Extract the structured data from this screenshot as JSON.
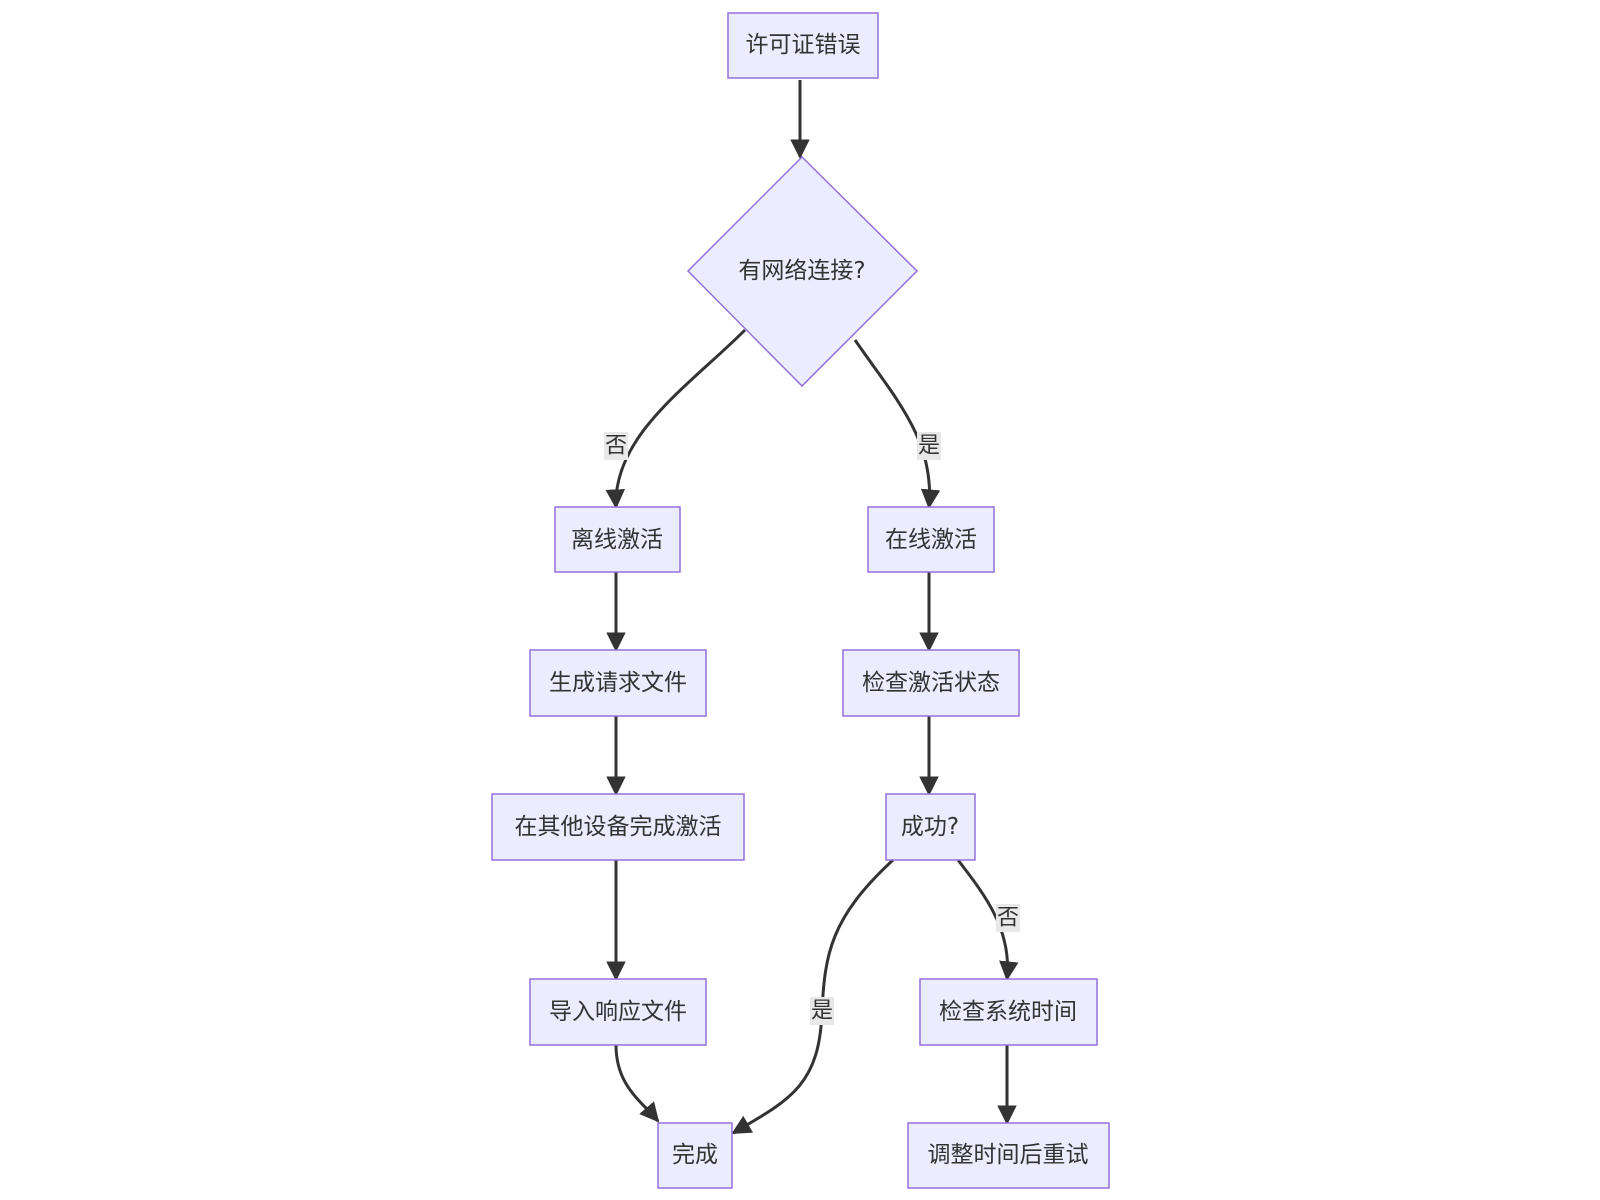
{
  "nodes": {
    "license_error": "许可证错误",
    "network_check": "有网络连接?",
    "offline_activation": "离线激活",
    "online_activation": "在线激活",
    "generate_request": "生成请求文件",
    "check_status": "检查激活状态",
    "complete_other_device": "在其他设备完成激活",
    "success_check": "成功?",
    "import_response": "导入响应文件",
    "check_system_time": "检查系统时间",
    "done": "完成",
    "adjust_time_retry": "调整时间后重试"
  },
  "edge_labels": {
    "network_no": "否",
    "network_yes": "是",
    "success_yes": "是",
    "success_no": "否"
  },
  "colors": {
    "node_fill": "#ececff",
    "node_stroke": "#9370db",
    "edge": "#333333",
    "label_background": "#e8e8e8"
  }
}
